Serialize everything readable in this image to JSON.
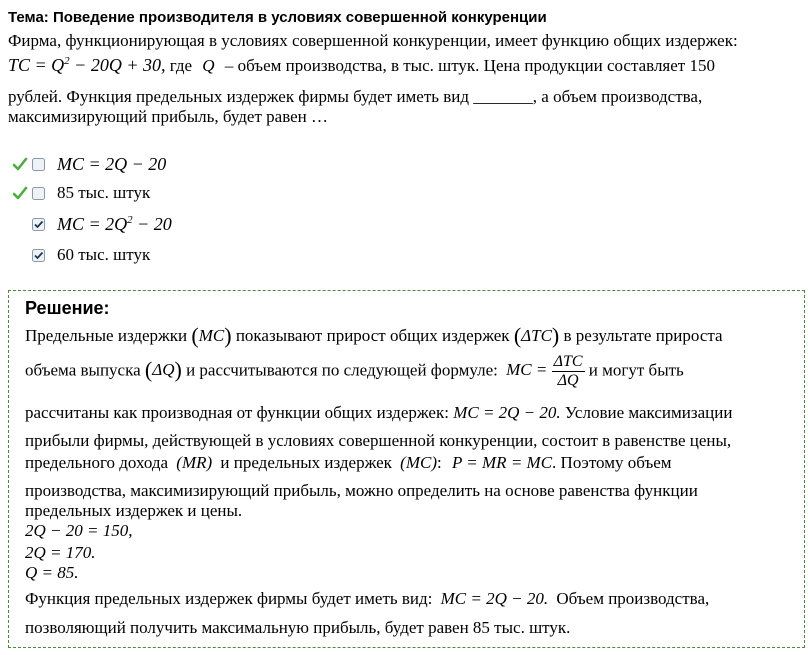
{
  "topic": "Тема: Поведение производителя в условиях совершенной конкуренции",
  "question": {
    "line1": "Фирма, функционирующая в условиях совершенной конкуренции, имеет функцию общих издержек:",
    "formula": "TC = Q² − 20Q + 30,",
    "line2a": "где",
    "var": "Q",
    "line2b": "– объем производства, в тыс. штук. Цена продукции составляет 150",
    "line3": "рублей. Функция предельных издержек фирмы будет иметь вид _______, а объем производства,",
    "line4": "максимизирующий прибыль, будет равен …"
  },
  "answers": [
    {
      "text": "MC = 2Q − 20",
      "correct": true
    },
    {
      "text": "85 тыс. штук",
      "correct": true
    },
    {
      "text": "MC = 2Q² − 20",
      "correct": false
    },
    {
      "text": "60 тыс. штук",
      "correct": false
    }
  ],
  "solution": {
    "title": "Решение:",
    "p1a": "Предельные издержки",
    "mc_sym": "MC",
    "p1b": "показывают прирост общих издержек",
    "dtc_sym": "ΔTC",
    "p1c": "в результате прироста",
    "p2a": "объема выпуска",
    "dq_sym": "ΔQ",
    "p2b": "и рассчитываются по следующей формуле:",
    "frac_lhs": "MC =",
    "frac_num": "ΔTC",
    "frac_den": "ΔQ",
    "p2c": "и могут быть",
    "p3a": "рассчитаны как производная от функции общих издержек:",
    "p3f": "MC = 2Q − 20.",
    "p3b": "Условие максимизации",
    "p4": "прибыли фирмы, действующей в условиях совершенной конкуренции, состоит в равенстве цены,",
    "p5a": "предельного дохода",
    "mr_sym": "(MR)",
    "p5b": "и предельных издержек",
    "mc_paren": "(MC)",
    "colon": ":",
    "p5f": "P = MR = MC",
    "p5c": ". Поэтому объем",
    "p6": "производства, максимизирующий прибыль, можно определить на основе равенства функции",
    "p7": "предельных издержек и цены.",
    "eq1": "2Q − 20 = 150,",
    "eq2": "2Q = 170.",
    "eq3": "Q = 85.",
    "p8a": "Функция предельных издержек фирмы будет иметь вид:",
    "p8f": "MC = 2Q − 20.",
    "p8b": "Объем производства,",
    "p9": "позволяющий получить максимальную прибыль, будет равен 85 тыс. штук."
  }
}
